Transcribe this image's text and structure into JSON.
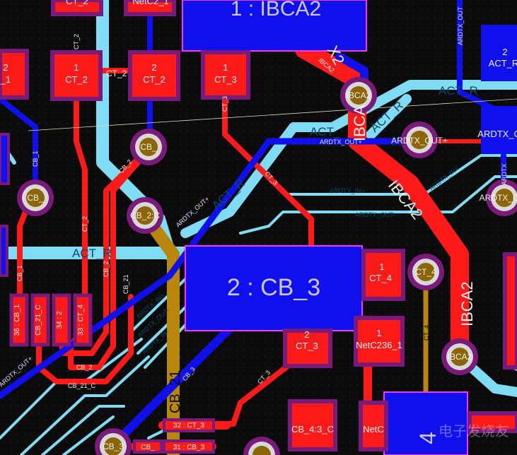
{
  "colors": {
    "background": "#0b0b0b",
    "top_copper": "#ff1a1a",
    "bottom_copper": "#1010ee",
    "signal_layer": "#7fdcf5",
    "via_ring": "#7a1a7a",
    "pad_outline": "#ff33ff",
    "via_hole": "#ffffff",
    "plane_gold": "#b8860b"
  },
  "components": {
    "ibca2_1": "1 : IBCA2",
    "cb3_2": "2 : CB_3",
    "part_4": "4"
  },
  "pads": {
    "ct2_1": {
      "num": "1",
      "net": "CT_2"
    },
    "ct2_2": {
      "num": "2",
      "net": "CT_2"
    },
    "ct3_1": {
      "num": "1",
      "net": "CT_3"
    },
    "ct3_2": {
      "num": "2",
      "net": "CT_3"
    },
    "ct4_1": {
      "num": "1",
      "net": "CT_4"
    },
    "netc236_1": {
      "num": "1",
      "net": "NetC236_1"
    },
    "act_r_2": {
      "num": "2",
      "net": "ACT_R"
    },
    "left_2": {
      "num": "2",
      "net": "_1"
    },
    "top_ct_2": "CT_2",
    "top_netc": "NetC2",
    "cb43": "CB_4:3_C",
    "netc_b": "NetC",
    "ardtx_o": "ARDTX_O",
    "p36": "36 : CB_1",
    "p35": "CB_21_C",
    "p34": "34 : 2",
    "p33": "33 : CT_4",
    "p32": "32 : CT_3",
    "p31": "31 : CB_3",
    "cb_small": "CB_"
  },
  "vias": {
    "cb_top": "CB_",
    "cb_left": "CB_",
    "cb_2c": "CB_2:C",
    "ibca2_top": "IBCA2",
    "ardtx_out": "ARDTX_OUT+",
    "ct4": "CT_4",
    "ibca2_right": "IBCA2",
    "ardtx_right": "ARDTX_O",
    "cb_bottom": "CB_3"
  },
  "traces": {
    "act_r_top": "ACT_R",
    "act_r_mid": "ACT_R",
    "act_r_diag": "ACT_R",
    "act_r_left": "ACT_R",
    "act_top": "ACT_",
    "ibca2_diag": "IBCA2",
    "ibca2_vert": "IBCA2",
    "ibca2_trace_small": "IBCA2",
    "ibca2_vertical_label": "IBCA",
    "x2": "X2",
    "ardtx_out_plus": "ARDTX_OUT+",
    "ardtx_out_plus_2": "ARDTX_OUT+",
    "ardtx_out_plus_3": "ARDTX_OUT+",
    "ardtx_in_plus": "ARDTX_IN+",
    "ardtx_in_plus_2": "ARDTX_IN+",
    "ardtx_in_plus_3": "ARDTX_IN+",
    "ardtx_out_minus": "ARDTX_OUT-",
    "ardtx_out_minus_2": "ARDTX_OUT-",
    "ardtx_in_minus": "ARDTX_IN-",
    "ardtx_vert": "ARDTX_OUT",
    "ardtx_vert2": "ARDTX",
    "ct2": "CT_2",
    "ct2_h": "CT_2",
    "ct2_v": "CT_2",
    "ct3": "CT_3",
    "ct3_v": "CT_3",
    "ct3_b": "CT_3",
    "ct4_v": "CT_4",
    "cb1": "CB_1",
    "cb1_v": "CB_1",
    "cb2": "CB_2",
    "cb2_b": "CB_2",
    "cb2_v": "CB_2",
    "cb21": "CB_21",
    "cb21c": "CB_21_C",
    "cb3": "CB_3",
    "cb21_big": "CB_21",
    "netc": "NetC",
    "top_ct": "CT_2",
    "top_net": "NetC2_1"
  },
  "watermark": "电子发烧友"
}
